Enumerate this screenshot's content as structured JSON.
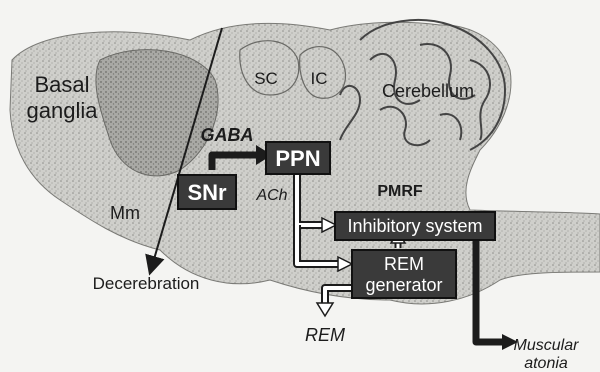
{
  "labels": {
    "basal_ganglia_line1": "Basal",
    "basal_ganglia_line2": "ganglia",
    "sc": "SC",
    "ic": "IC",
    "cerebellum": "Cerebellum",
    "gaba": "GABA",
    "ach": "ACh",
    "pmrf": "PMRF",
    "mm": "Mm",
    "decerebration": "Decerebration",
    "rem": "REM",
    "muscular_atonia_line1": "Muscular",
    "muscular_atonia_line2": "atonia"
  },
  "boxes": {
    "ppn": "PPN",
    "snr": "SNr",
    "inhibitory_system": "Inhibitory system",
    "rem_generator_line1": "REM",
    "rem_generator_line2": "generator"
  },
  "colors": {
    "tissue": "#c9c9c5",
    "tissue_dark": "#9a9a96",
    "ink": "#1c1c1c",
    "box_fill": "#3a3a3a",
    "box_text": "#ffffff"
  }
}
